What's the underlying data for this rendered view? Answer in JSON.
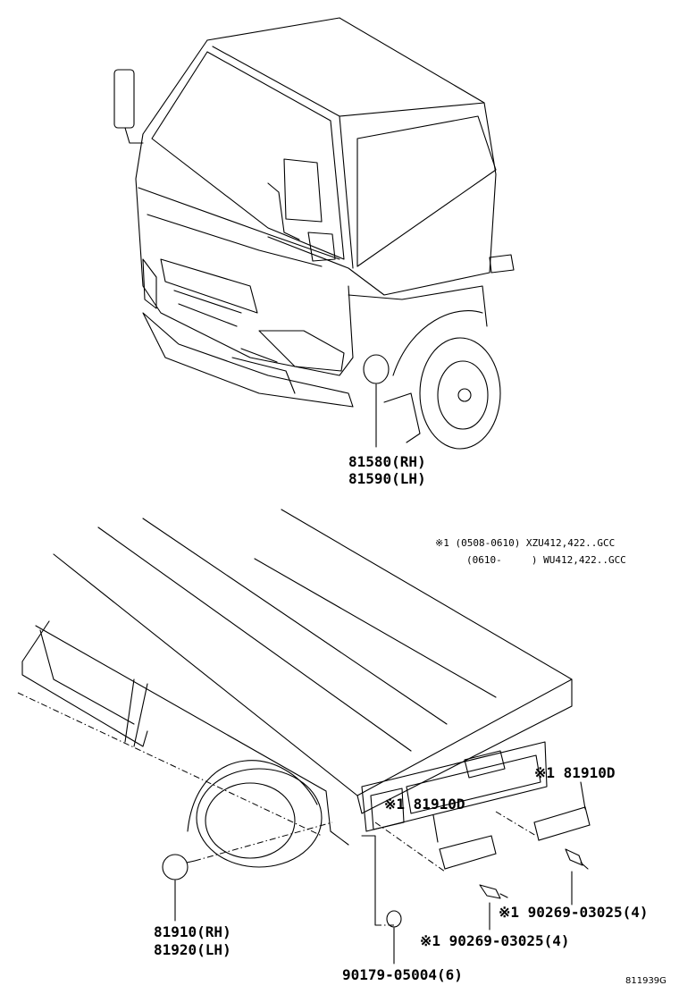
{
  "labels": {
    "front_fog_rh": "81580(RH)",
    "front_fog_lh": "81590(LH)",
    "side_marker_rh": "81910(RH)",
    "side_marker_lh": "81920(LH)",
    "rear_reflector_upper": "※1 81910D",
    "rear_reflector_lower": "※1 81910D",
    "screw_upper": "※1 90269-03025(4)",
    "screw_lower": "※1 90269-03025(4)",
    "clip": "90179-05004(6)"
  },
  "notes": {
    "line1": "※1 (0508-0610) XZU412,422..GCC",
    "line2": "(0610-     ) WU412,422..GCC"
  },
  "diagram_code": "811939G"
}
